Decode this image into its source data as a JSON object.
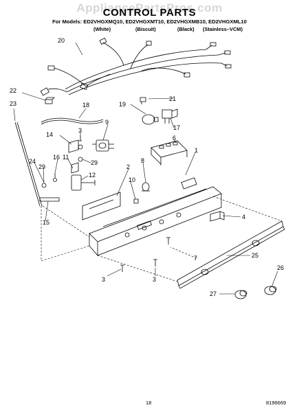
{
  "header": {
    "watermark": "AppliancePartsPros.com",
    "title": "CONTROL PARTS",
    "models_line": "For Models: ED2VHGXMQ10, ED2VHGXMT10, ED2VHGXMB10, ED2VHGXML10",
    "variants": [
      "(White)",
      "(Biscuit)",
      "(Black)",
      "(Stainless–VCM)"
    ]
  },
  "callouts": [
    "20",
    "22",
    "23",
    "18",
    "21",
    "19",
    "17",
    "3",
    "9",
    "14",
    "6",
    "1",
    "29",
    "16",
    "11",
    "2",
    "8",
    "10",
    "12",
    "24",
    "29",
    "15",
    "4",
    "25",
    "7",
    "26",
    "27",
    "3",
    "3"
  ],
  "footer": {
    "page_number": "18",
    "doc_number": "8196669"
  }
}
